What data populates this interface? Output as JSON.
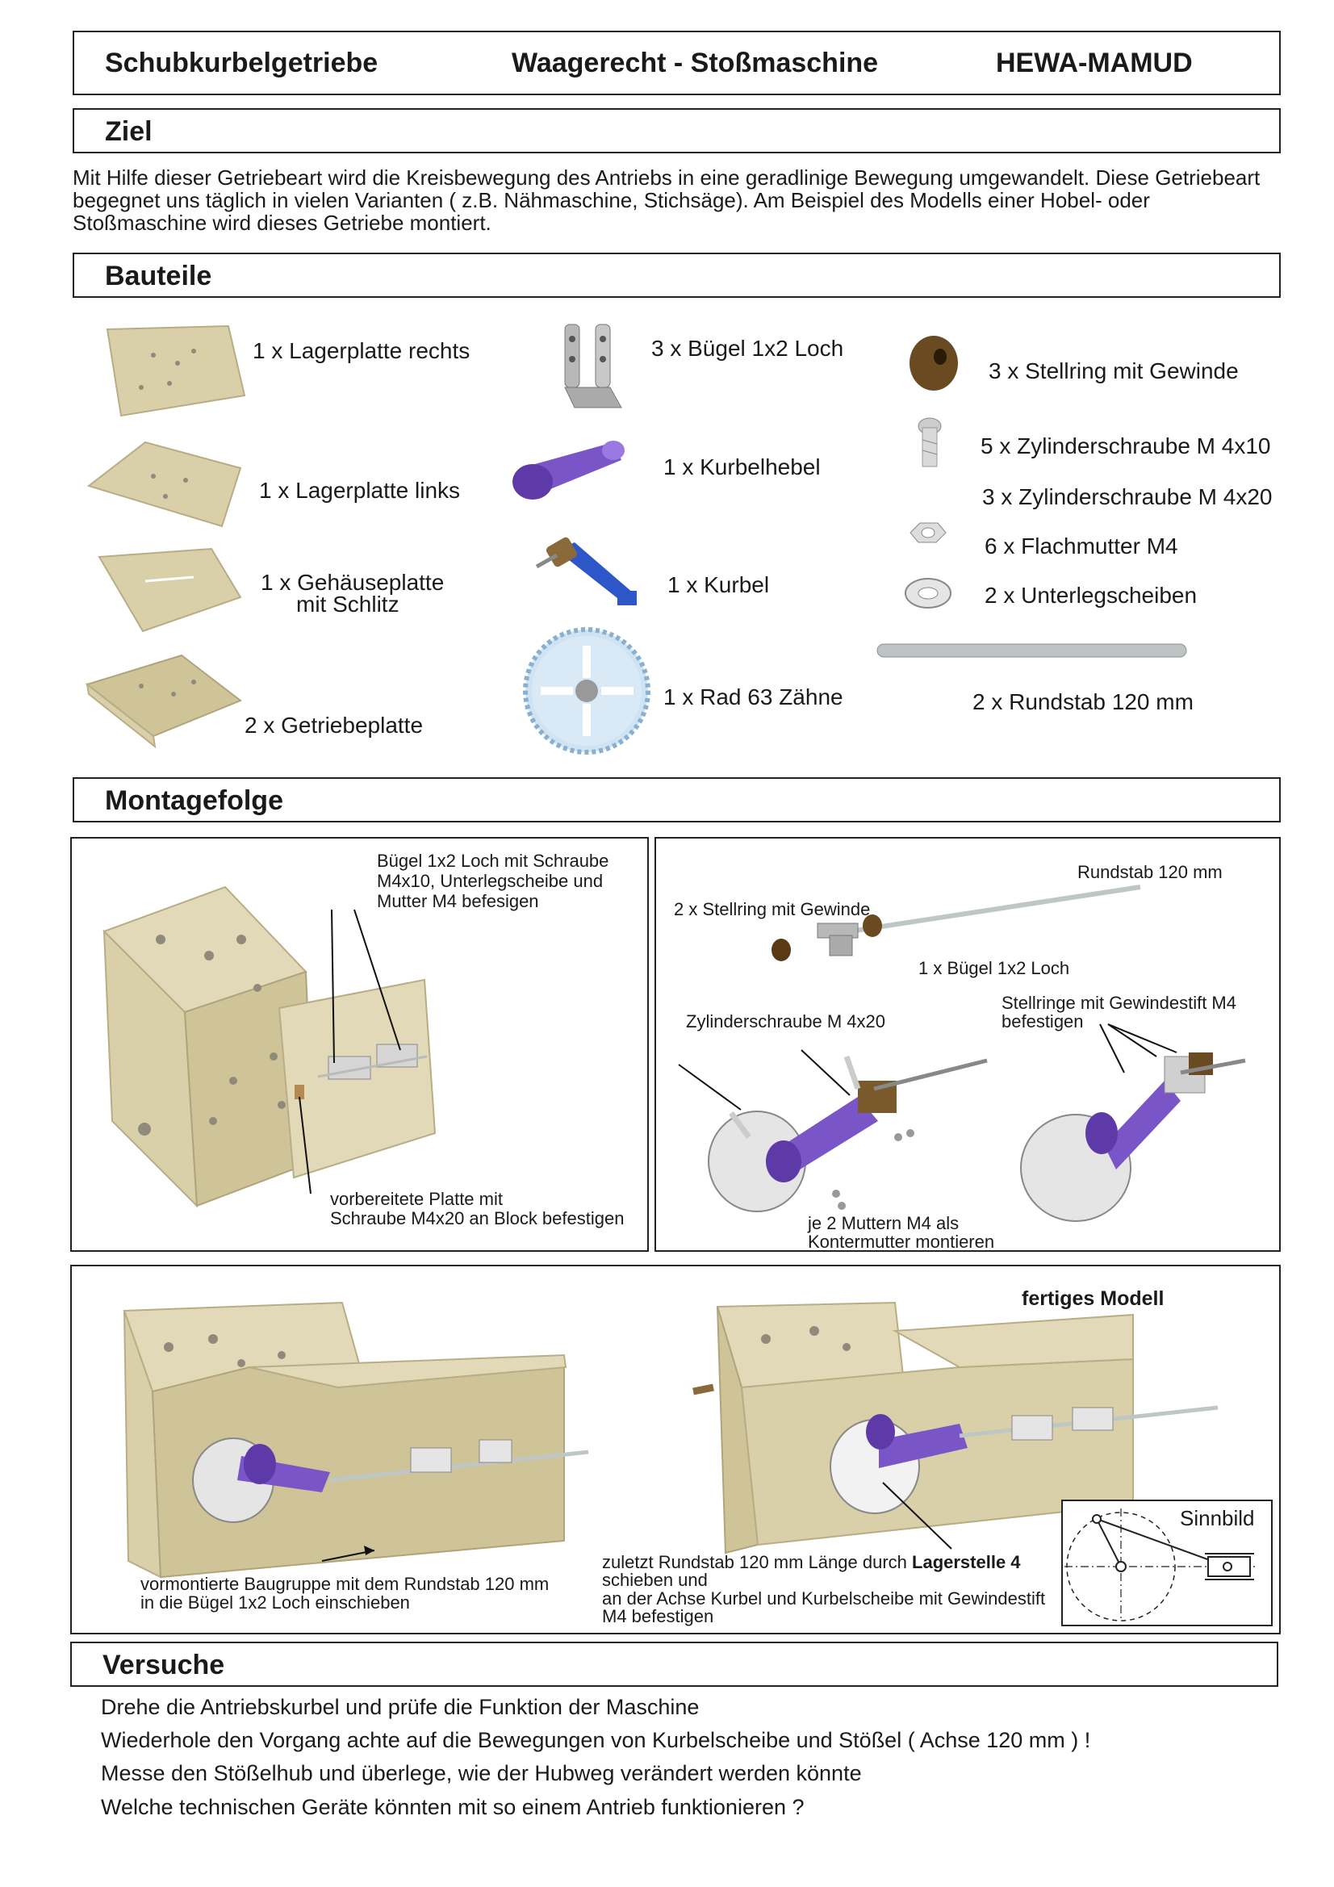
{
  "header": {
    "title_left": "Schubkurbelgetriebe",
    "title_center": "Waagerecht - Stoßmaschine",
    "title_right": "HEWA-MAMUD"
  },
  "ziel": {
    "heading": "Ziel",
    "text": "Mit Hilfe dieser Getriebeart wird die Kreisbewegung des Antriebs in eine  geradlinige Bewegung umgewandelt. Diese Getriebeart begegnet uns täglich in vielen Varianten ( z.B. Nähmaschine, Stichsäge). Am Beispiel des Modells einer Hobel- oder Stoßmaschine wird dieses Getriebe montiert."
  },
  "bauteile": {
    "heading": "Bauteile",
    "items": [
      "1 x Lagerplatte rechts",
      "1 x Lagerplatte links",
      "1 x Gehäuseplatte",
      "mit Schlitz",
      "2 x Getriebeplatte",
      "3 x Bügel 1x2 Loch",
      "1 x Kurbelhebel",
      "1 x Kurbel",
      "1 x Rad 63 Zähne",
      "3 x Stellring mit Gewinde",
      "5 x Zylinderschraube M 4x10",
      "3 x Zylinderschraube M 4x20",
      "6 x Flachmutter M4",
      "2 x Unterlegscheiben",
      "2 x Rundstab 120 mm"
    ]
  },
  "montage": {
    "heading": "Montagefolge",
    "panel1": {
      "label_top_1": "Bügel 1x2 Loch mit Schraube",
      "label_top_2": "M4x10, Unterlegscheibe und",
      "label_top_3": "Mutter M4 befesigen",
      "label_bottom_1": "vorbereitete Platte mit",
      "label_bottom_2": "Schraube M4x20 an Block befestigen"
    },
    "panel2": {
      "rundstab": "Rundstab 120 mm",
      "stellring": "2 x Stellring mit Gewinde",
      "buegel": "1 x Bügel 1x2 Loch",
      "zylinder": "Zylinderschraube M 4x20",
      "stellringe_1": "Stellringe mit Gewindestift M4",
      "stellringe_2": "befestigen",
      "muttern_1": "je 2 Muttern M4 als",
      "muttern_2": "Kontermutter montieren"
    },
    "panel3": {
      "fertig": "fertiges Modell",
      "vormont_1": "vormontierte Baugruppe mit dem Rundstab 120 mm",
      "vormont_2": "in die Bügel 1x2 Loch einschieben",
      "zuletzt_1a": "zuletzt Rundstab 120 mm Länge durch ",
      "zuletzt_1b": "Lagerstelle 4",
      "zuletzt_2": "schieben und",
      "zuletzt_3": "an der Achse Kurbel und Kurbelscheibe mit Gewindestift",
      "zuletzt_4": "M4 befestigen",
      "sinnbild": "Sinnbild"
    }
  },
  "versuche": {
    "heading": "Versuche",
    "lines": [
      "Drehe die Antriebskurbel und prüfe die Funktion der Maschine",
      "Wiederhole den Vorgang achte auf die Bewegungen von Kurbelscheibe und Stößel ( Achse 120 mm ) !",
      "Messe den Stößelhub und überlege, wie der Hubweg verändert werden könnte",
      "Welche technischen Geräte könnten mit so einem Antrieb funktionieren ?"
    ]
  },
  "colors": {
    "wood": "#d9cfa8",
    "purple": "#7a55c8",
    "blue": "#2d56c8"
  }
}
